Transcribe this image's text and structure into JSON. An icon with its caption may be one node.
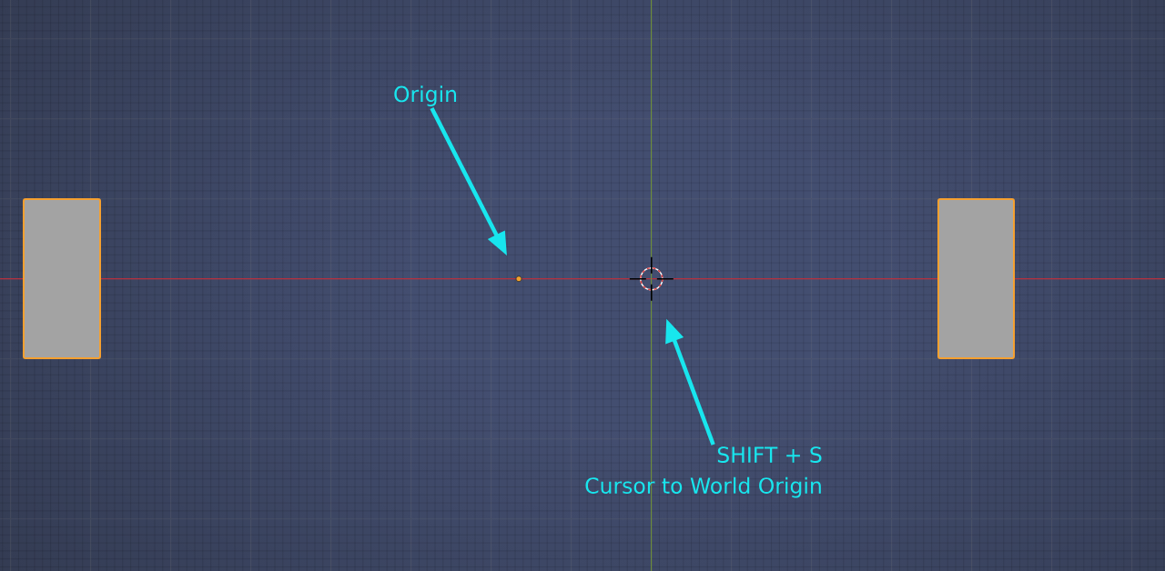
{
  "diagram": {
    "nodes": [
      {
        "text": [
          "Origin"
        ]
      },
      {
        "text": [],
        "shape": "box"
      },
      {
        "text": [],
        "shape": "circle"
      },
      {
        "text": [],
        "shape": "circle"
      },
      {
        "text": [],
        "shape": "box"
      },
      {
        "text": [
          "SHIFT + S",
          "Cursor to World Origin"
        ]
      }
    ],
    "edges": [
      {
        "from": 0,
        "to": 2,
        "arrow": "to"
      },
      {
        "from": 5,
        "to": 3,
        "arrow": "to"
      }
    ]
  }
}
